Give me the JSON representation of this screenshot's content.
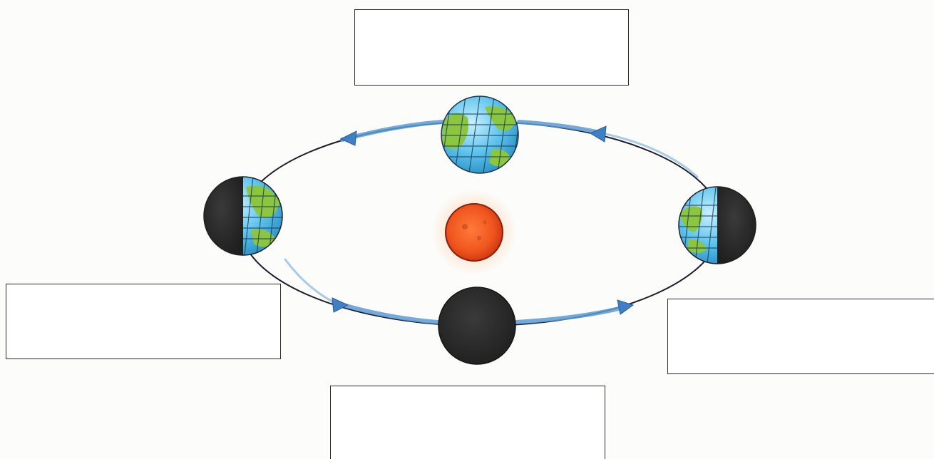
{
  "diagram": {
    "description_type": "earth-orbit-phases",
    "colors": {
      "orbit_line": "#1c1c2a",
      "orbit_glow": "#5b9bd5",
      "arrow": "#3f7fc4",
      "ocean": "#5ec4ec",
      "land": "#8cc63f",
      "grid": "#1a3a5a",
      "shadow": "#2b2b2b",
      "sun_core": "#f0561e",
      "sun_rim": "#c0301a",
      "sun_glow": "#fbe3cf",
      "box_border": "#2a2a2a"
    },
    "label_boxes": {
      "top": "",
      "left": "",
      "right": "",
      "bottom": ""
    },
    "planets": [
      {
        "id": "top",
        "phase": "full-lit"
      },
      {
        "id": "left",
        "phase": "right-half-lit"
      },
      {
        "id": "right",
        "phase": "left-half-lit"
      },
      {
        "id": "bottom",
        "phase": "dark"
      }
    ],
    "direction": "counter-clockwise"
  }
}
